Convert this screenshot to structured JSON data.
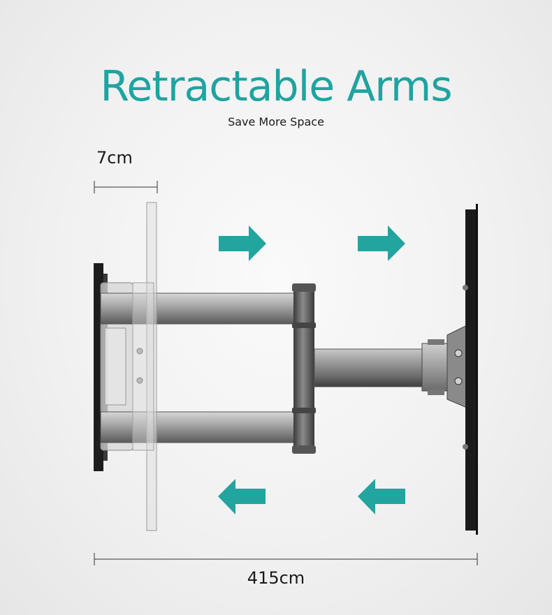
{
  "heading": {
    "title": "Retractable Arms",
    "subtitle": "Save More Space"
  },
  "dimensions": {
    "min_extension_label": "7cm",
    "max_extension_label": "415cm"
  },
  "colors": {
    "title": "#20a3a1",
    "text": "#1a1a1a",
    "arrow": "#22a49f",
    "arm_light": "#b9b9b9",
    "arm_dark": "#4a4a4a",
    "plate": "#1c1c1c",
    "background": "#f1f1f1"
  },
  "icons": {
    "arrows_right": [
      "arrow-right-icon",
      "arrow-right-icon"
    ],
    "arrows_left": [
      "arrow-left-icon",
      "arrow-left-icon"
    ]
  }
}
